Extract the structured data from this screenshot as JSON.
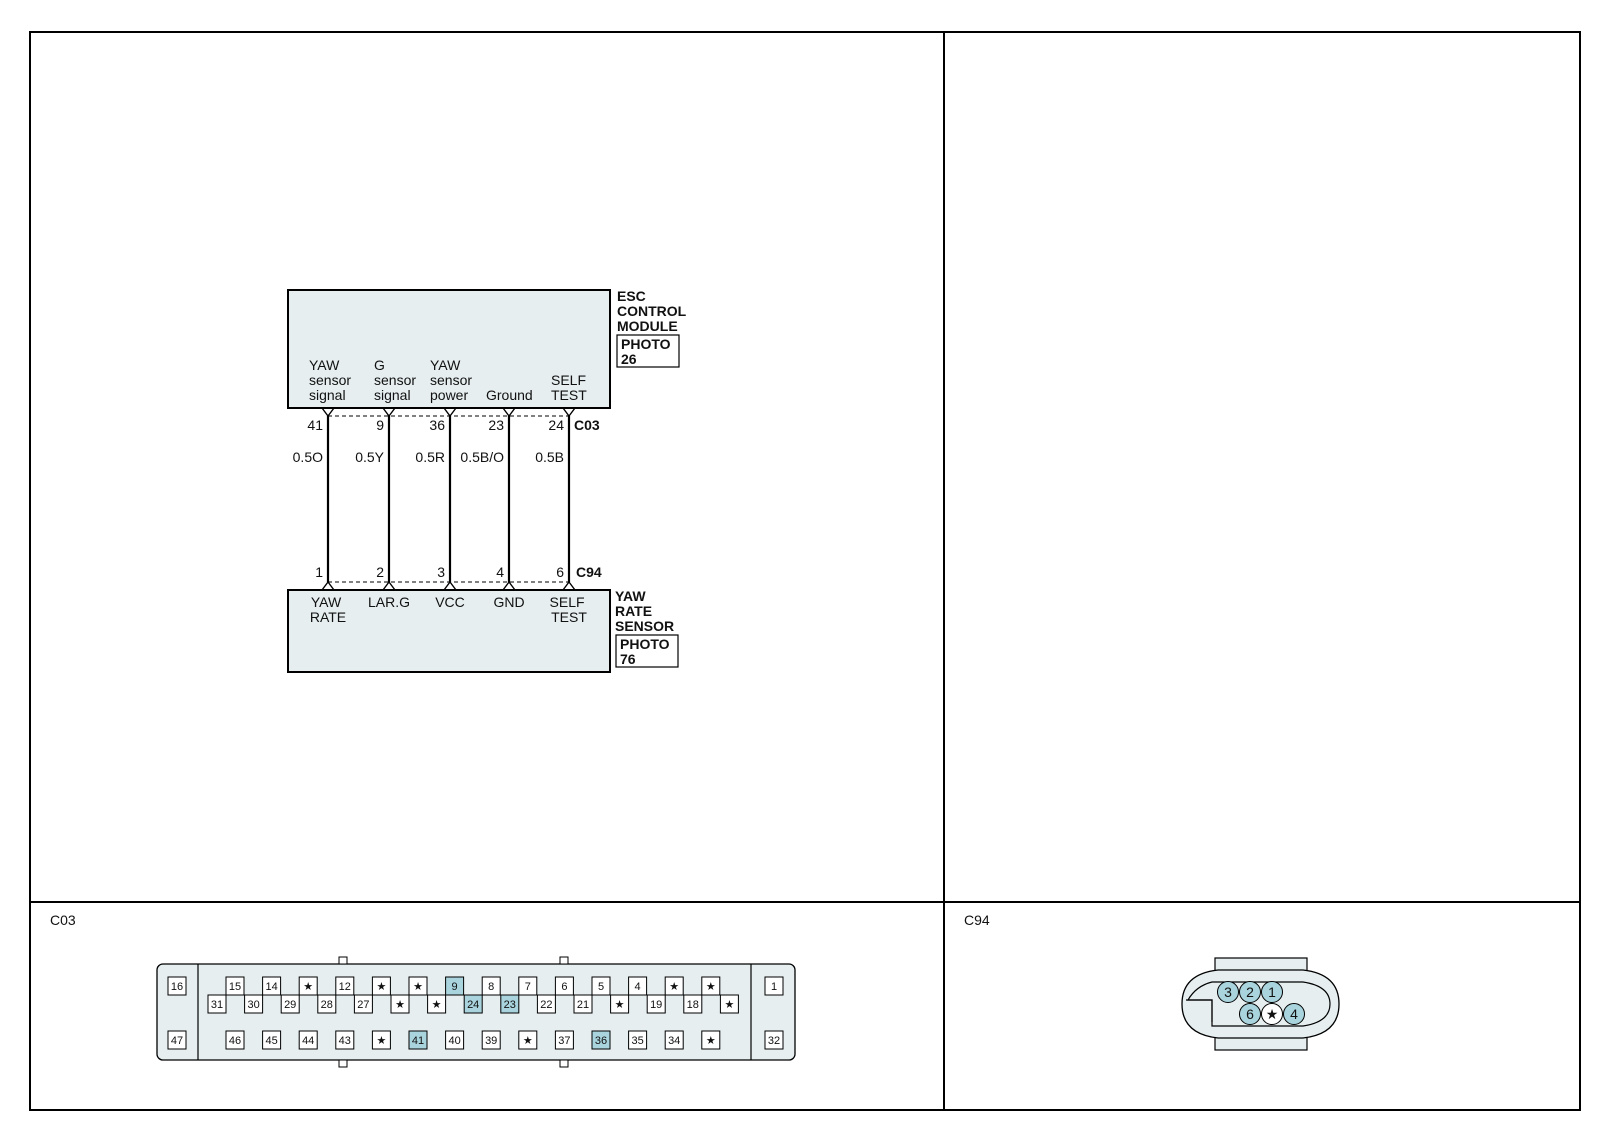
{
  "esc_module": {
    "title_lines": [
      "ESC",
      "CONTROL",
      "MODULE"
    ],
    "photo_lines": [
      "PHOTO",
      "26"
    ],
    "connector": "C03",
    "terminals": [
      {
        "label_lines": [
          "YAW",
          "sensor",
          "signal"
        ],
        "pin": "41",
        "wire": "0.5O"
      },
      {
        "label_lines": [
          "G",
          "sensor",
          "signal"
        ],
        "pin": "9",
        "wire": "0.5Y"
      },
      {
        "label_lines": [
          "YAW",
          "sensor",
          "power"
        ],
        "pin": "36",
        "wire": "0.5R"
      },
      {
        "label_lines": [
          "Ground"
        ],
        "pin": "23",
        "wire": "0.5B/O"
      },
      {
        "label_lines": [
          "SELF",
          "TEST"
        ],
        "pin": "24",
        "wire": "0.5B"
      }
    ]
  },
  "yaw_sensor": {
    "title_lines": [
      "YAW",
      "RATE",
      "SENSOR"
    ],
    "photo_lines": [
      "PHOTO",
      "76"
    ],
    "connector": "C94",
    "terminals": [
      {
        "label_lines": [
          "YAW",
          "RATE"
        ],
        "pin": "1"
      },
      {
        "label_lines": [
          "LAR.G"
        ],
        "pin": "2"
      },
      {
        "label_lines": [
          "VCC"
        ],
        "pin": "3"
      },
      {
        "label_lines": [
          "GND"
        ],
        "pin": "4"
      },
      {
        "label_lines": [
          "SELF",
          "TEST"
        ],
        "pin": "6"
      }
    ]
  },
  "c03_view": {
    "title": "C03",
    "left_cells": [
      "16",
      "47"
    ],
    "right_cells": [
      "1",
      "32"
    ],
    "row1": [
      "15",
      "14",
      "★",
      "12",
      "★",
      "★",
      "9",
      "8",
      "7",
      "6",
      "5",
      "4",
      "★",
      "★"
    ],
    "row2": [
      "31",
      "30",
      "29",
      "28",
      "27",
      "★",
      "★",
      "24",
      "23",
      "22",
      "21",
      "★",
      "19",
      "18",
      "★"
    ],
    "row3": [
      "46",
      "45",
      "44",
      "43",
      "★",
      "41",
      "40",
      "39",
      "★",
      "37",
      "36",
      "35",
      "34",
      "★"
    ],
    "highlighted": [
      "9",
      "24",
      "23",
      "41",
      "36"
    ]
  },
  "c94_view": {
    "title": "C94",
    "top_pins": [
      "3",
      "2",
      "1"
    ],
    "bottom_pins": [
      "6",
      "★",
      "4"
    ],
    "highlighted": [
      "3",
      "2",
      "1",
      "6",
      "4"
    ]
  },
  "colors": {
    "box_fill": "#e6eef0",
    "highlight": "#a9d4dd",
    "line": "#000000"
  }
}
